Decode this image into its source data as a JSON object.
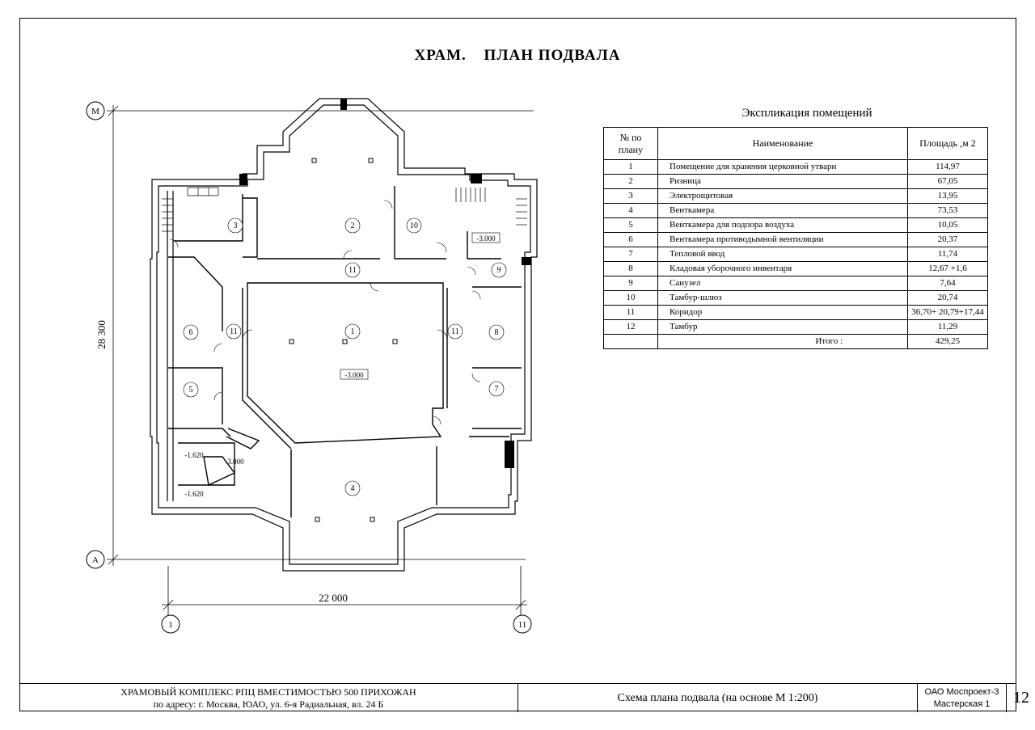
{
  "title": {
    "part1": "ХРАМ.",
    "part2": "ПЛАН ПОДВАЛА"
  },
  "plan": {
    "axes": {
      "top": "М",
      "bottom": "А",
      "left": "1",
      "right": "11"
    },
    "dim_height": "28 300",
    "dim_width": "22 000",
    "levels": {
      "main": "-3.000",
      "corner": "-3.000",
      "small": "-3.000",
      "l1": "-1.620",
      "l2": "-1.620"
    },
    "room_numbers": [
      "1",
      "2",
      "3",
      "4",
      "5",
      "6",
      "7",
      "8",
      "9",
      "10",
      "11",
      "11",
      "11"
    ]
  },
  "explication": {
    "title": "Экспликация помещений",
    "headers": {
      "num": "№ по плану",
      "name": "Наименование",
      "area": "Площадь ,м 2"
    },
    "rows": [
      {
        "num": "1",
        "name": "Помещение для хранения церковной утвари",
        "area": "114,97"
      },
      {
        "num": "2",
        "name": "Ризница",
        "area": "67,05"
      },
      {
        "num": "3",
        "name": "Электрощитовая",
        "area": "13,95"
      },
      {
        "num": "4",
        "name": "Венткамера",
        "area": "73,53"
      },
      {
        "num": "5",
        "name": "Венткамера для подпора воздуха",
        "area": "10,05"
      },
      {
        "num": "6",
        "name": "Венткамера противодымной вентиляции",
        "area": "20,37"
      },
      {
        "num": "7",
        "name": "Тепловой ввод",
        "area": "11,74"
      },
      {
        "num": "8",
        "name": "Кладовая уборочного инвентаря",
        "area": "12,67 +1,6"
      },
      {
        "num": "9",
        "name": "Санузел",
        "area": "7,64"
      },
      {
        "num": "10",
        "name": "Тамбур-шлюз",
        "area": "20,74"
      },
      {
        "num": "11",
        "name": "Коридор",
        "area": "36,70+ 20,79+17,44"
      },
      {
        "num": "12",
        "name": "Тамбур",
        "area": "11,29"
      }
    ],
    "total_label": "Итого :",
    "total_area": "429,25"
  },
  "stamp": {
    "project_line1": "ХРАМОВЫЙ  КОМПЛЕКС РПЦ  ВМЕСТИМОСТЬЮ 500 ПРИХОЖАН",
    "project_line2": "по адресу:   г. Москва, ЮАО, ул. 6-я Радиальная, вл. 24 Б",
    "sheet_name": "Схема плана подвала (на основе М 1:200)",
    "org_line1": "ОАО Моспроект-3",
    "org_line2": "Мастерская 1",
    "sheet_number": "12"
  }
}
